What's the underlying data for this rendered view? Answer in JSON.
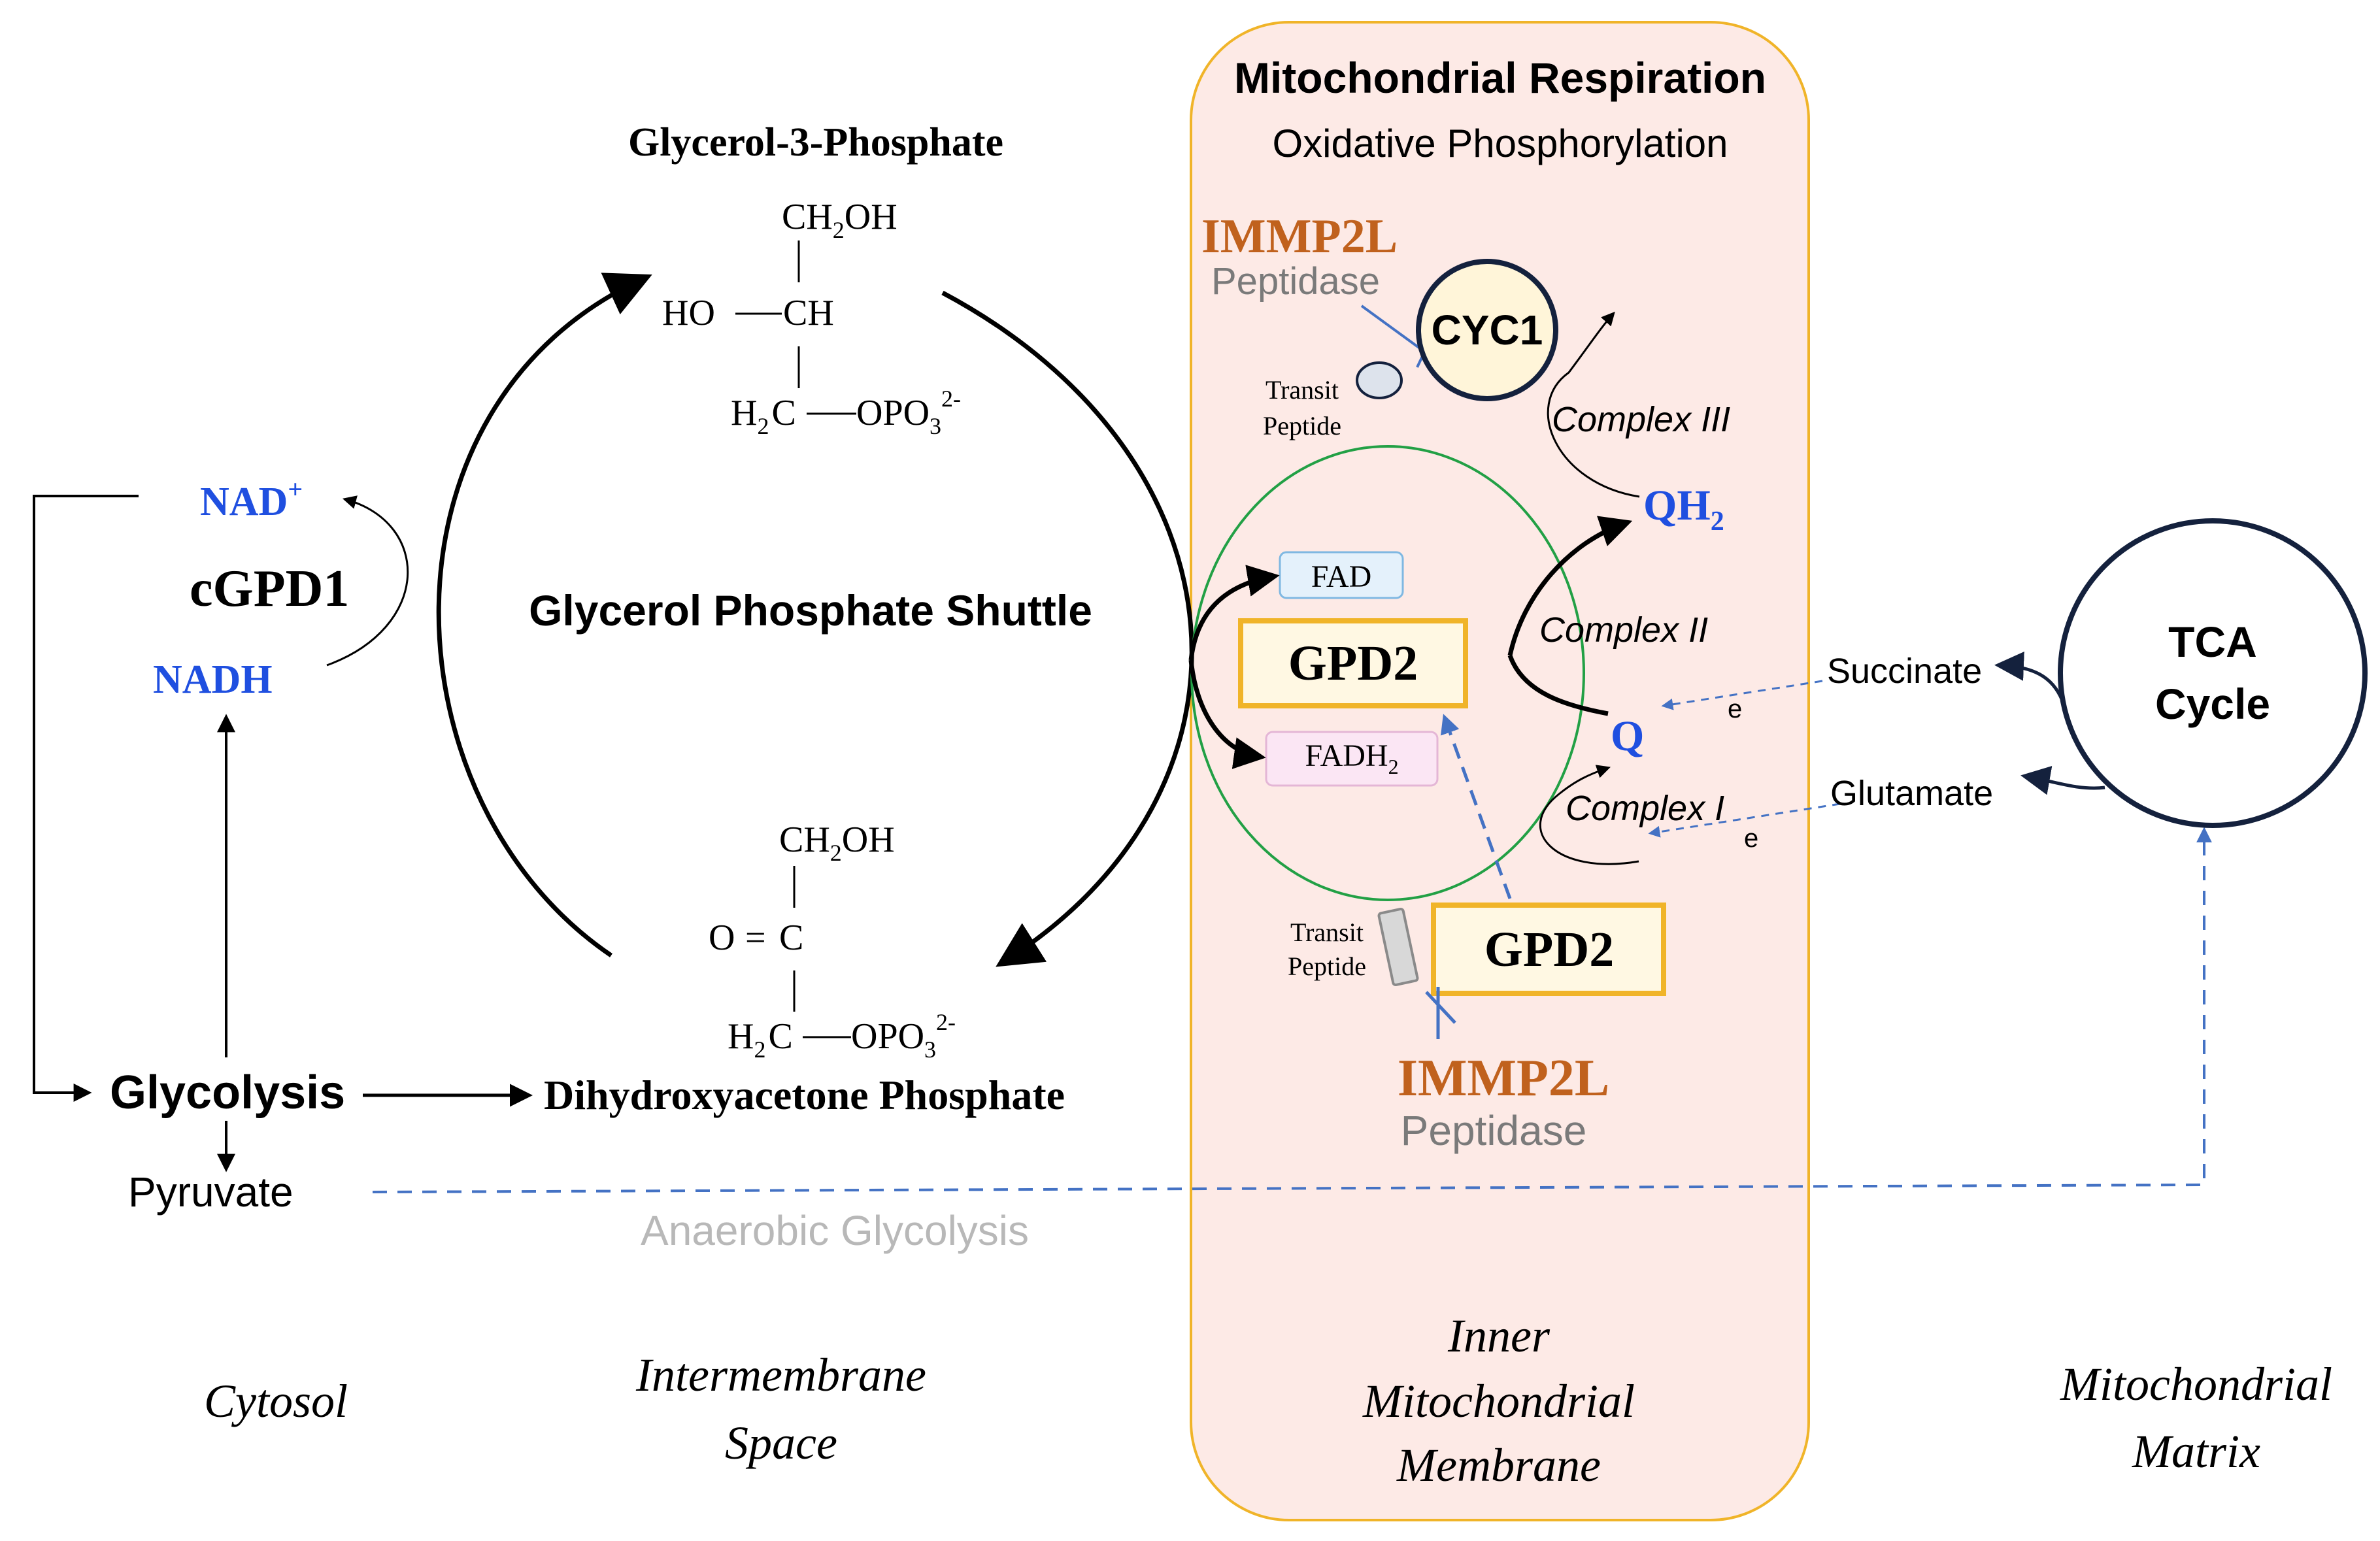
{
  "colors": {
    "blue_label": "#1f4fe0",
    "orange_label": "#c0611d",
    "grey_label": "#7a7a7a",
    "membrane_fill": "#fdeae6",
    "membrane_stroke": "#f0b429",
    "ellipse_stroke": "#22a045",
    "gpd2_fill": "#fff8e3",
    "gpd2_stroke": "#f0b429",
    "cyc1_fill": "#fff5d9",
    "cyc1_stroke": "#14213d",
    "dash_blue": "#4472c4",
    "fad_fill": "#e4f1fb",
    "fadh2_fill": "#fbe6f4"
  },
  "header": {
    "title": "Mitochondrial Respiration",
    "subtitle": "Oxidative Phosphorylation"
  },
  "molecules": {
    "g3p_title": "Glycerol-3-Phosphate",
    "g3p_top": "CH",
    "g3p_top_sub": "2",
    "g3p_top_end": "OH",
    "g3p_mid_left": "HO",
    "g3p_mid_right": "CH",
    "g3p_bot_h": "H",
    "g3p_bot_sub": "2",
    "g3p_bot_c": "C",
    "g3p_bot_opo": "OPO",
    "g3p_bot_sub3": "3",
    "g3p_bot_charge": "2-",
    "dhap_title": "Dihydroxyacetone Phosphate",
    "dhap_top": "CH",
    "dhap_top_sub": "2",
    "dhap_top_end": "OH",
    "dhap_mid_left": "O",
    "dhap_mid_eq": "=",
    "dhap_mid_right": "C",
    "dhap_bot_h": "H",
    "dhap_bot_sub": "2",
    "dhap_bot_c": "C",
    "dhap_bot_opo": "OPO",
    "dhap_bot_sub3": "3",
    "dhap_bot_charge": "2-"
  },
  "cytosol": {
    "nad": "NAD",
    "nad_sup": "+",
    "cgpd1": "cGPD1",
    "nadh": "NADH",
    "glycolysis": "Glycolysis",
    "pyruvate": "Pyruvate",
    "anaerobic": "Anaerobic Glycolysis"
  },
  "shuttle": {
    "label": "Glycerol Phosphate Shuttle"
  },
  "complexes": {
    "immp2l_top": "IMMP2L",
    "peptidase_top": "Peptidase",
    "cyc1": "CYC1",
    "transit_top_1": "Transit",
    "transit_top_2": "Peptide",
    "complex3": "Complex III",
    "qh2": "QH",
    "qh2_sub": "2",
    "fad": "FAD",
    "gpd2_inner": "GPD2",
    "fadh2": "FADH",
    "fadh2_sub": "2",
    "complex2": "Complex II",
    "q": "Q",
    "complex1": "Complex I",
    "e1": "e",
    "e2": "e",
    "gpd2_outer": "GPD2",
    "transit_bot_1": "Transit",
    "transit_bot_2": "Peptide",
    "immp2l_bot": "IMMP2L",
    "peptidase_bot": "Peptidase"
  },
  "matrix": {
    "succinate": "Succinate",
    "glutamate": "Glutamate",
    "tca_1": "TCA",
    "tca_2": "Cycle"
  },
  "regions": {
    "cytosol": "Cytosol",
    "intermembrane_1": "Intermembrane",
    "intermembrane_2": "Space",
    "inner_1": "Inner",
    "inner_2": "Mitochondrial",
    "inner_3": "Membrane",
    "matrix_1": "Mitochondrial",
    "matrix_2": "Matrix"
  }
}
